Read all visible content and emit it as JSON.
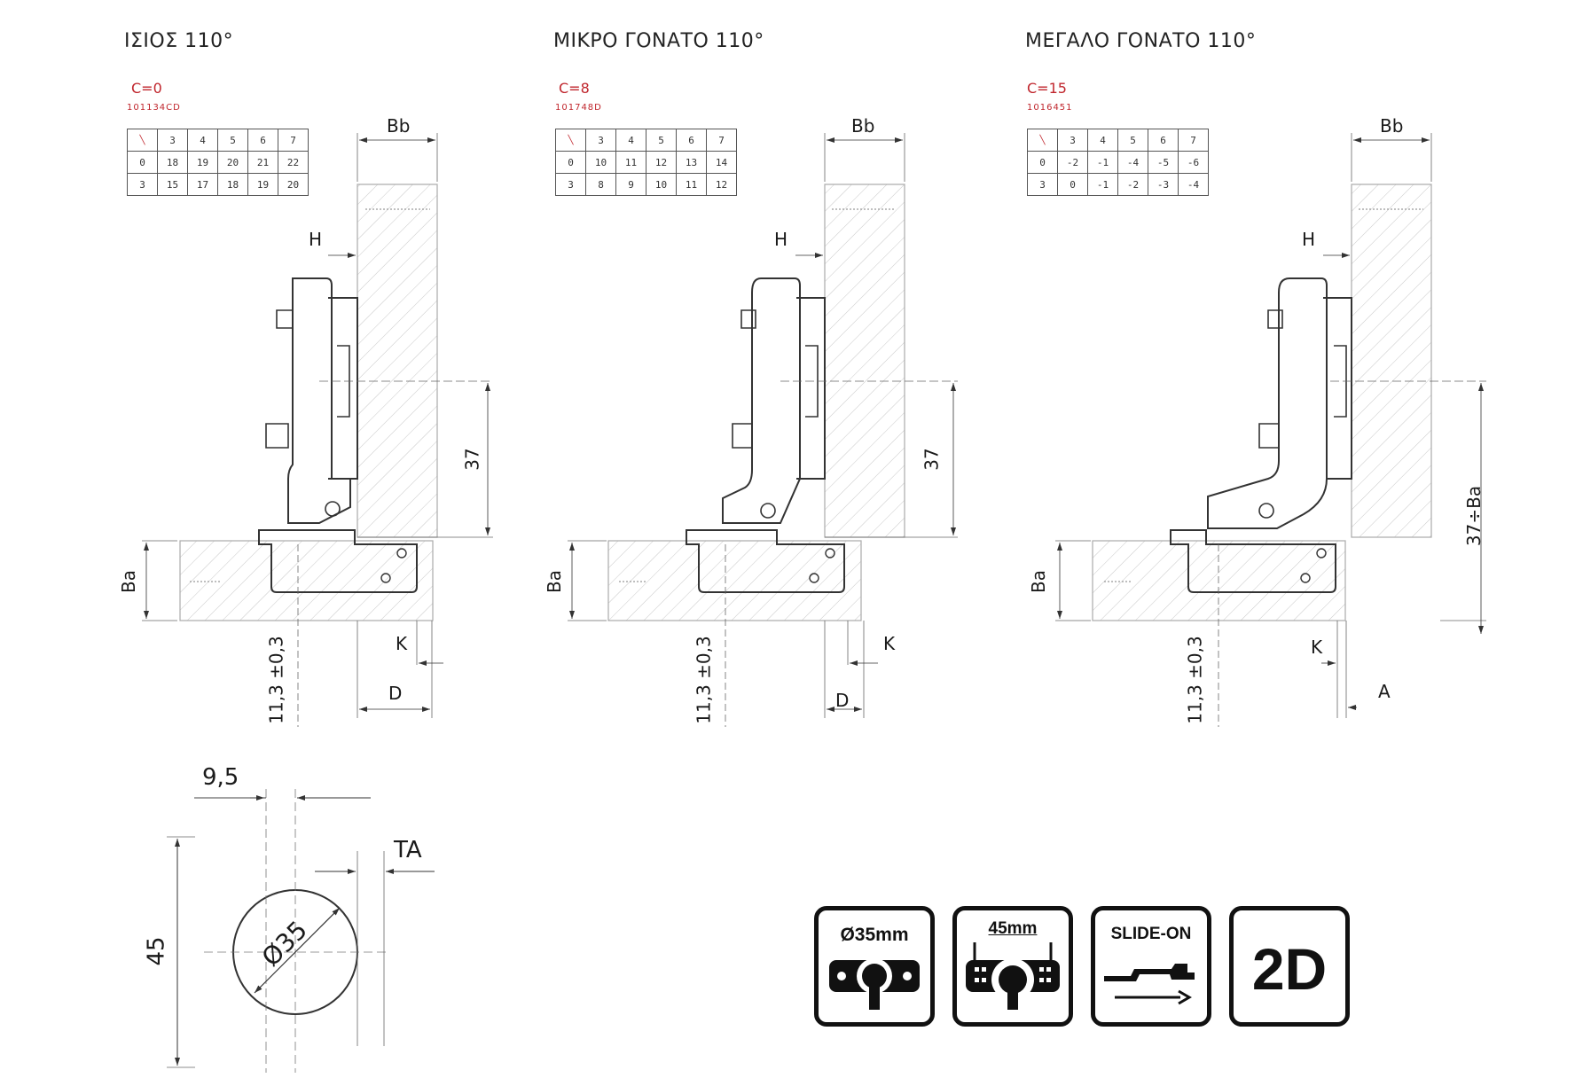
{
  "sections": [
    {
      "title": "ΙΣΙΟΣ 110°",
      "ccode": "C=0",
      "csub": "101134CD",
      "table": {
        "header": [
          "3",
          "4",
          "5",
          "6",
          "7"
        ],
        "rows": [
          {
            "label": "0",
            "values": [
              "18",
              "19",
              "20",
              "21",
              "22"
            ]
          },
          {
            "label": "3",
            "values": [
              "15",
              "17",
              "18",
              "19",
              "20"
            ]
          }
        ]
      },
      "labels": {
        "bb": "Bb",
        "h": "H",
        "dim37": "37",
        "ba": "Ba",
        "k": "K",
        "d": "D",
        "tol": "11,3 ±0,3"
      }
    },
    {
      "title": "ΜΙΚΡΟ ΓΟΝΑΤΟ 110°",
      "ccode": "C=8",
      "csub": "101748D",
      "table": {
        "header": [
          "3",
          "4",
          "5",
          "6",
          "7"
        ],
        "rows": [
          {
            "label": "0",
            "values": [
              "10",
              "11",
              "12",
              "13",
              "14"
            ]
          },
          {
            "label": "3",
            "values": [
              "8",
              "9",
              "10",
              "11",
              "12"
            ]
          }
        ]
      },
      "labels": {
        "bb": "Bb",
        "h": "H",
        "dim37": "37",
        "ba": "Ba",
        "k": "K",
        "d": "D",
        "tol": "11,3 ±0,3"
      }
    },
    {
      "title": "ΜΕΓΑΛΟ ΓΟΝΑΤΟ 110°",
      "ccode": "C=15",
      "csub": "1016451",
      "table": {
        "header": [
          "3",
          "4",
          "5",
          "6",
          "7"
        ],
        "rows": [
          {
            "label": "0",
            "values": [
              "-2",
              "-1",
              "-4",
              "-5",
              "-6"
            ]
          },
          {
            "label": "3",
            "values": [
              "0",
              "-1",
              "-2",
              "-3",
              "-4"
            ]
          }
        ]
      },
      "labels": {
        "bb": "Bb",
        "h": "H",
        "dim37": "37÷Ba",
        "ba": "Ba",
        "k": "K",
        "a": "A",
        "tol": "11,3 ±0,3"
      }
    }
  ],
  "bore_detail": {
    "d95": "9,5",
    "ta": "TA",
    "d45": "45",
    "d35": "Ø35"
  },
  "badges": [
    {
      "label": "Ø35mm",
      "icon": "cup-35mm-icon"
    },
    {
      "label": "45mm",
      "icon": "mounting-plate-45mm-icon"
    },
    {
      "label": "SLIDE-ON",
      "icon": "slide-on-icon"
    },
    {
      "label": "2D",
      "icon": "2d-adjustment-icon"
    }
  ]
}
